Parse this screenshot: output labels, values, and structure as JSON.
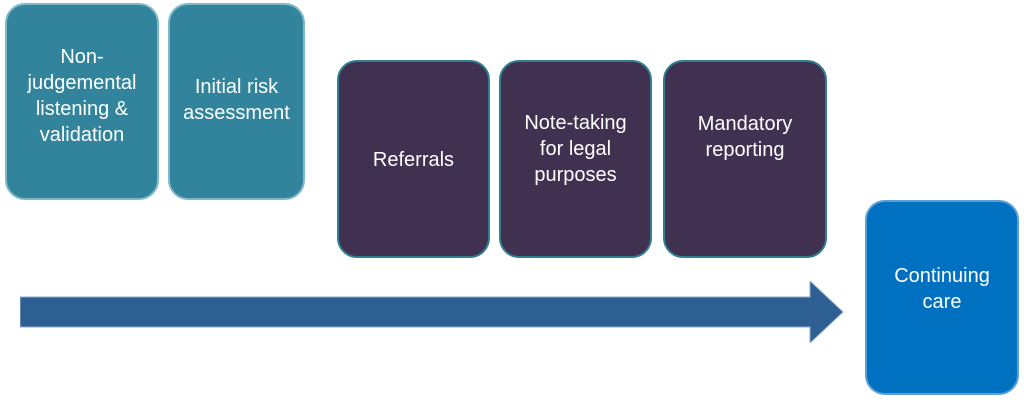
{
  "diagram": {
    "steps": [
      {
        "id": "listening",
        "label": "Non-\njudgemental\nlistening &\nvalidation",
        "color": "#31849b"
      },
      {
        "id": "risk",
        "label": "Initial risk\nassessment",
        "color": "#31849b"
      },
      {
        "id": "referrals",
        "label": "Referrals",
        "color": "#403151"
      },
      {
        "id": "notes",
        "label": "Note-taking\nfor legal\npurposes",
        "color": "#403151"
      },
      {
        "id": "mandatory",
        "label": "Mandatory\nreporting",
        "color": "#403151"
      },
      {
        "id": "care",
        "label": "Continuing\ncare",
        "color": "#0070c0"
      }
    ],
    "arrow_color": "#2e5f93"
  }
}
